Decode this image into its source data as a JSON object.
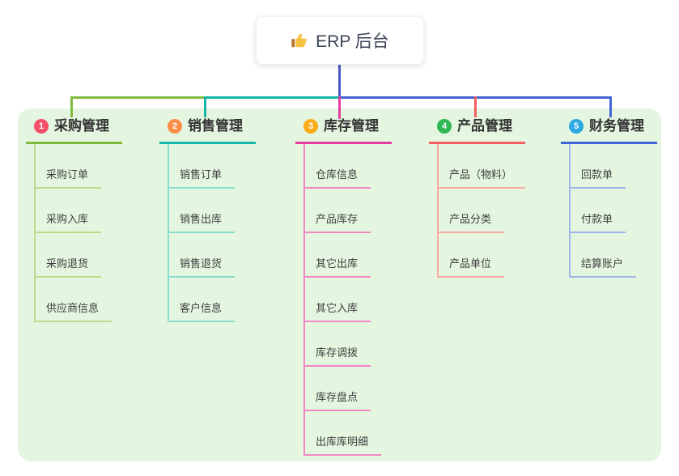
{
  "root": {
    "title": "ERP 后台",
    "icon": "thumbs-up-icon"
  },
  "colors": {
    "canvas_background": "#ffffff",
    "panel_background": "#e4f6e0",
    "root_trunk": "#4a58c8",
    "bus_blue": "#4565d6",
    "title_text": "#3c4456",
    "branch_title_text": "#333333",
    "item_text": "#3f3f3f"
  },
  "branches": [
    {
      "num": "1",
      "title": "采购管理",
      "color": "#80ba40",
      "light_color": "#b9dc8e",
      "badge_color": "#f4506a",
      "items": [
        "采购订单",
        "采购入库",
        "采购退货",
        "供应商信息"
      ]
    },
    {
      "num": "2",
      "title": "销售管理",
      "color": "#16b9a7",
      "light_color": "#8adcce",
      "badge_color": "#fb8f48",
      "items": [
        "销售订单",
        "销售出库",
        "销售退货",
        "客户信息"
      ]
    },
    {
      "num": "3",
      "title": "库存管理",
      "color": "#e23d9d",
      "light_color": "#f387c4",
      "badge_color": "#fbad19",
      "items": [
        "仓库信息",
        "产品库存",
        "其它出库",
        "其它入库",
        "库存调拨",
        "库存盘点",
        "出库库明细"
      ]
    },
    {
      "num": "4",
      "title": "产品管理",
      "color": "#f45f5f",
      "light_color": "#f9a8a4",
      "badge_color": "#2fb853",
      "items": [
        "产品（物料）",
        "产品分类",
        "产品单位"
      ]
    },
    {
      "num": "5",
      "title": "财务管理",
      "color": "#3f65d9",
      "light_color": "#9fb4e8",
      "badge_color": "#2ba9e0",
      "items": [
        "回款单",
        "付款单",
        "结算账户"
      ]
    }
  ]
}
